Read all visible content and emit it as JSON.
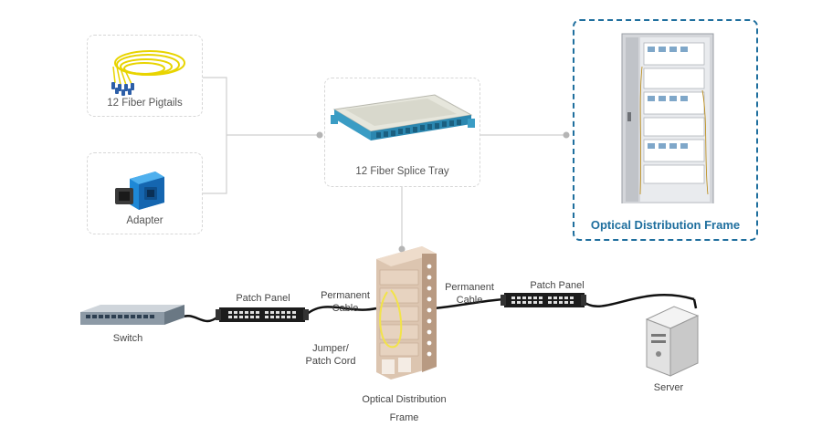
{
  "components": {
    "pigtails": "12 Fiber Pigtails",
    "adapter": "Adapter",
    "splice_tray": "12 Fiber Splice Tray",
    "odf_top": "Optical Distribution Frame"
  },
  "network": {
    "switch": "Switch",
    "patch_panel_left": "Patch Panel",
    "permanent_cable_left": [
      "Permanent",
      "Cable"
    ],
    "jumper": [
      "Jumper/",
      "Patch Cord"
    ],
    "odf_bottom": [
      "Optical Distribution",
      "Frame"
    ],
    "permanent_cable_right": [
      "Permanent",
      "Cable"
    ],
    "patch_panel_right": "Patch Panel",
    "server": "Server"
  },
  "colors": {
    "accent": "#1f6f9e",
    "tray_blue": "#3a9cc4",
    "pigtail_yellow": "#e8d400",
    "cable": "#111111",
    "connector_line": "#cccccc"
  }
}
